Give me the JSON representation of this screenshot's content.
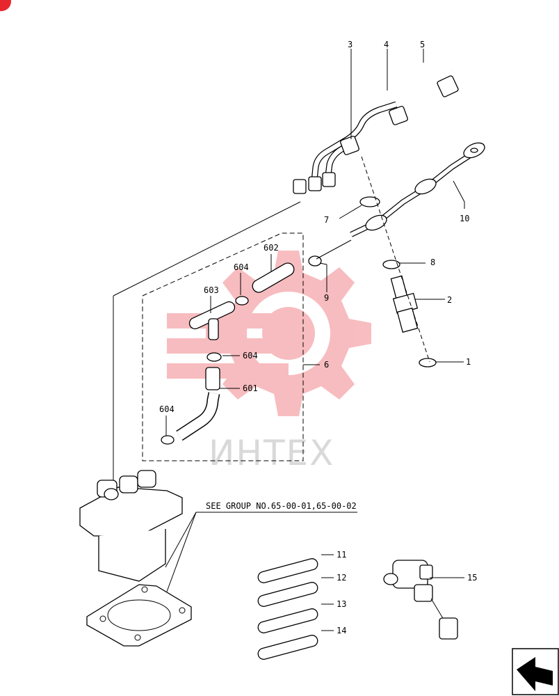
{
  "callouts": {
    "c1": "1",
    "c2": "2",
    "c3": "3",
    "c4": "4",
    "c5": "5",
    "c6": "6",
    "c7": "7",
    "c8": "8",
    "c9": "9",
    "c10": "10",
    "c11": "11",
    "c12": "12",
    "c13": "13",
    "c14": "14",
    "c15": "15",
    "c601": "601",
    "c602": "602",
    "c603": "603",
    "c604a": "604",
    "c604b": "604",
    "c604c": "604"
  },
  "reference_note": "SEE GROUP NO.65-00-01,65-00-02",
  "watermark": {
    "text": "ИНТЕХ",
    "color": "#e8262e"
  },
  "colors": {
    "line": "#000000",
    "watermark_red": "#e8262e",
    "corner_badge": "#e8262e"
  },
  "icons": [
    "corner-badge-icon",
    "next-page-arrow-icon"
  ]
}
